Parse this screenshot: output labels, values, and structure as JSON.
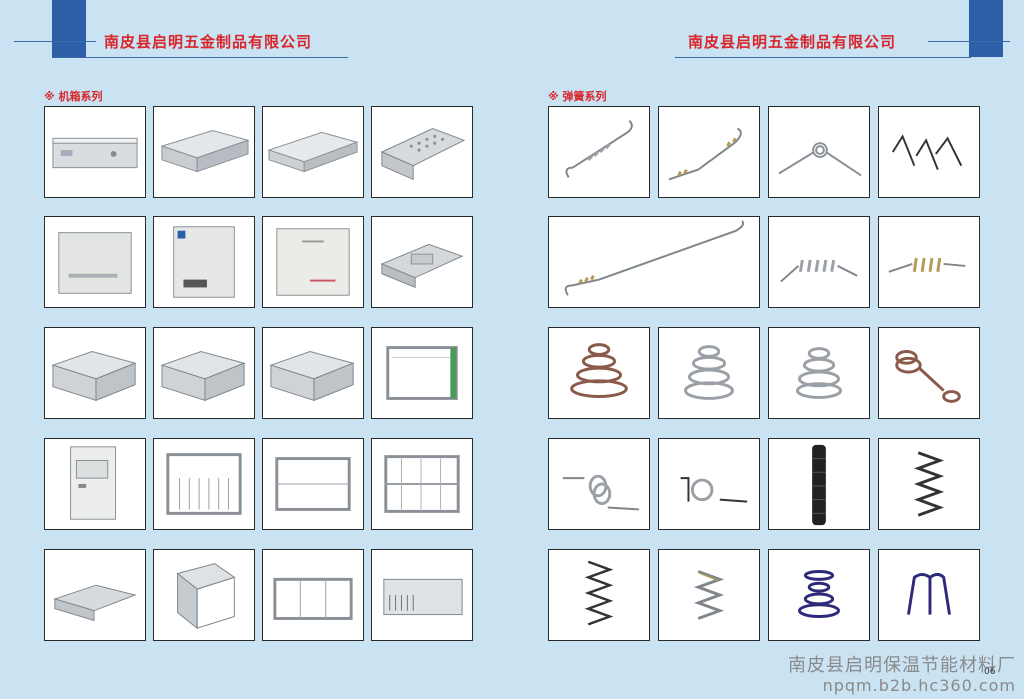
{
  "header": {
    "left_company": "南皮县启明五金制品有限公司",
    "right_company": "南皮县启明五金制品有限公司"
  },
  "sections": {
    "left_title": "※ 机箱系列",
    "right_title": "※ 弹簧系列"
  },
  "footer": {
    "watermark_company": "南皮县启明保温节能材料厂",
    "watermark_url": "npqm.b2b.hc360.com",
    "page_number": "06"
  },
  "colors": {
    "background": "#c9e3f3",
    "accent_blue": "#2d5ea8",
    "title_red": "#d8262b"
  }
}
